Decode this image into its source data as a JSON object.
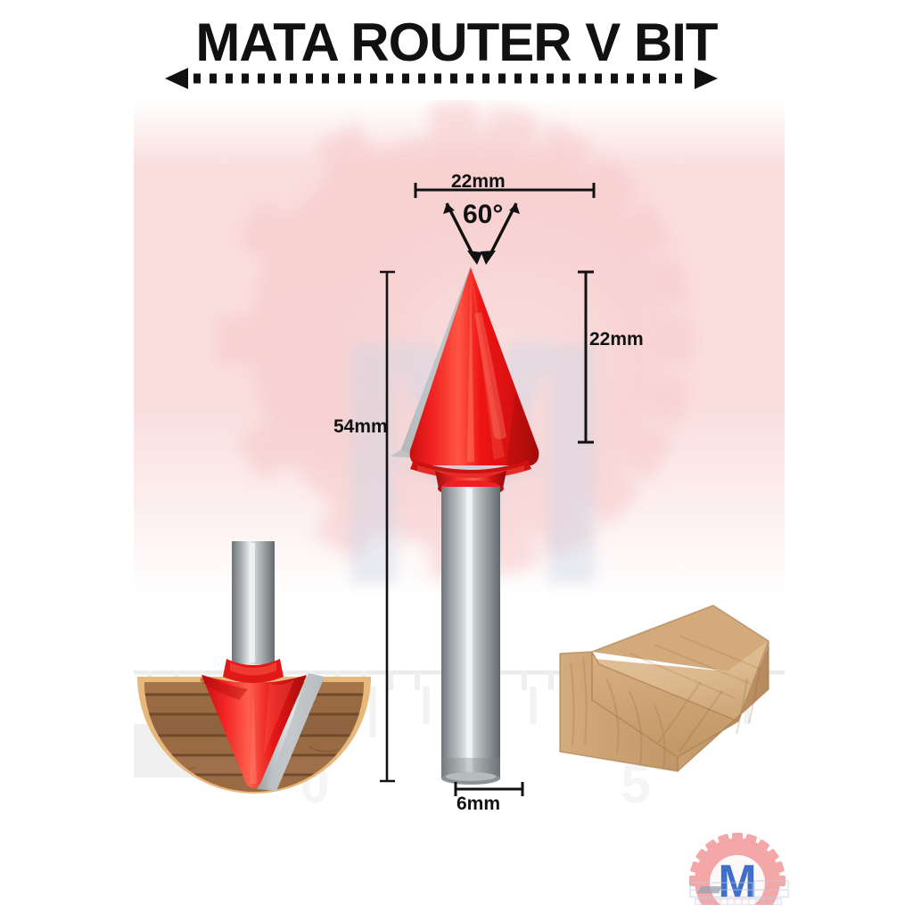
{
  "product": {
    "title": "MATA ROUTER V BIT"
  },
  "dimensions": {
    "top_width": "22mm",
    "angle": "60°",
    "head_height": "22mm",
    "total_length": "54mm",
    "shank_diameter": "6mm"
  },
  "ruler": {
    "marks": [
      "0",
      "5"
    ]
  },
  "watermark": {
    "letter": "M"
  },
  "colors": {
    "bit_red": "#ee1111",
    "bit_red_dark": "#b00d0d",
    "bit_red_light": "#ff4d3d",
    "carbide_silver": "#c9ccce",
    "shank_steel": "#9aa0a3",
    "wood_dark": "#9a6b43",
    "wood_rim": "#e8b77a",
    "wood_block": "#d9b286",
    "background_pink": "#fadbdb",
    "title_black": "#111111",
    "watermark_pink": "#f4a0a0",
    "watermark_blue": "#2f63c4"
  },
  "icons": {
    "title_arrow": "double-headed-dotted-arrow",
    "gear": "gear-watermark",
    "ruler": "ruler-watermark"
  }
}
